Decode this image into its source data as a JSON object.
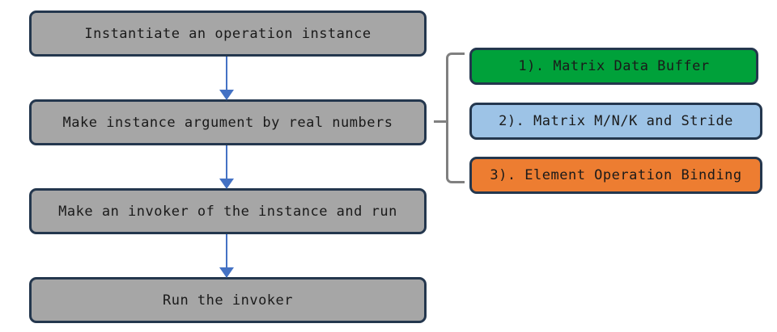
{
  "diagram": {
    "background_color": "#ffffff",
    "flow": {
      "box_fill": "#a6a6a6",
      "box_border": "#24374e",
      "arrow_color": "#4472c4",
      "steps": [
        {
          "label": "Instantiate an operation instance"
        },
        {
          "label": "Make instance argument by real numbers"
        },
        {
          "label": "Make an invoker of the instance and run"
        },
        {
          "label": "Run the invoker"
        }
      ],
      "arrows": [
        {
          "from": "Instantiate an operation instance",
          "to": "Make instance argument by real numbers"
        },
        {
          "from": "Make instance argument by real numbers",
          "to": "Make an invoker of the instance and run"
        },
        {
          "from": "Make an invoker of the instance and run",
          "to": "Run the invoker"
        }
      ]
    },
    "bracket": {
      "color": "#808080",
      "attached_to_step": "Make instance argument by real numbers"
    },
    "legend": {
      "items": [
        {
          "label": "1). Matrix Data Buffer",
          "color": "#00a13a"
        },
        {
          "label": "2). Matrix M/N/K and Stride",
          "color": "#9dc3e6"
        },
        {
          "label": "3). Element Operation Binding",
          "color": "#ed7d31"
        }
      ]
    }
  }
}
